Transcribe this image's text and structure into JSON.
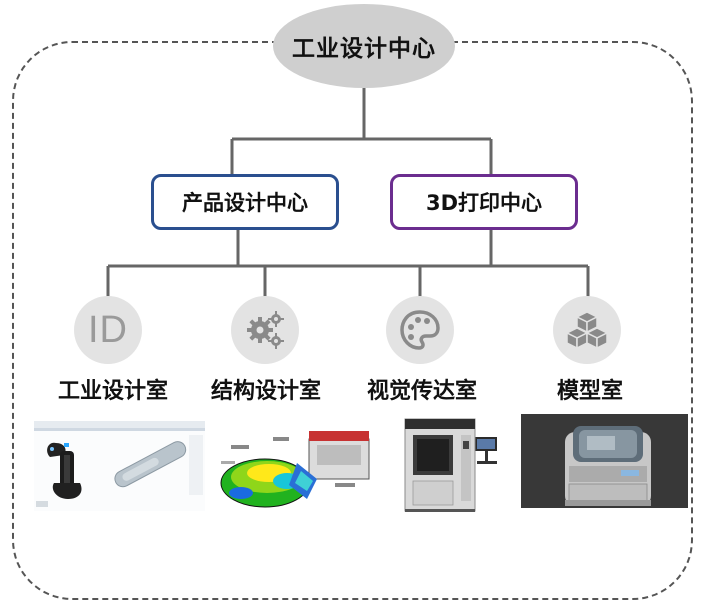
{
  "root": {
    "label": "工业设计中心"
  },
  "centers": [
    {
      "label": "产品设计中心",
      "color": "#2a4f8f"
    },
    {
      "label": "3D打印中心",
      "color": "#6b2d8f"
    }
  ],
  "rooms": [
    {
      "label": "工业设计室",
      "icon": "id-icon",
      "icon_text": "ID"
    },
    {
      "label": "结构设计室",
      "icon": "gears-icon"
    },
    {
      "label": "视觉传达室",
      "icon": "palette-icon"
    },
    {
      "label": "模型室",
      "icon": "cubes-icon"
    }
  ],
  "photos": [
    {
      "subject": "3d-scanner-software"
    },
    {
      "subject": "structural-simulation"
    },
    {
      "subject": "industrial-3d-printer"
    },
    {
      "subject": "desktop-3d-printer"
    }
  ]
}
